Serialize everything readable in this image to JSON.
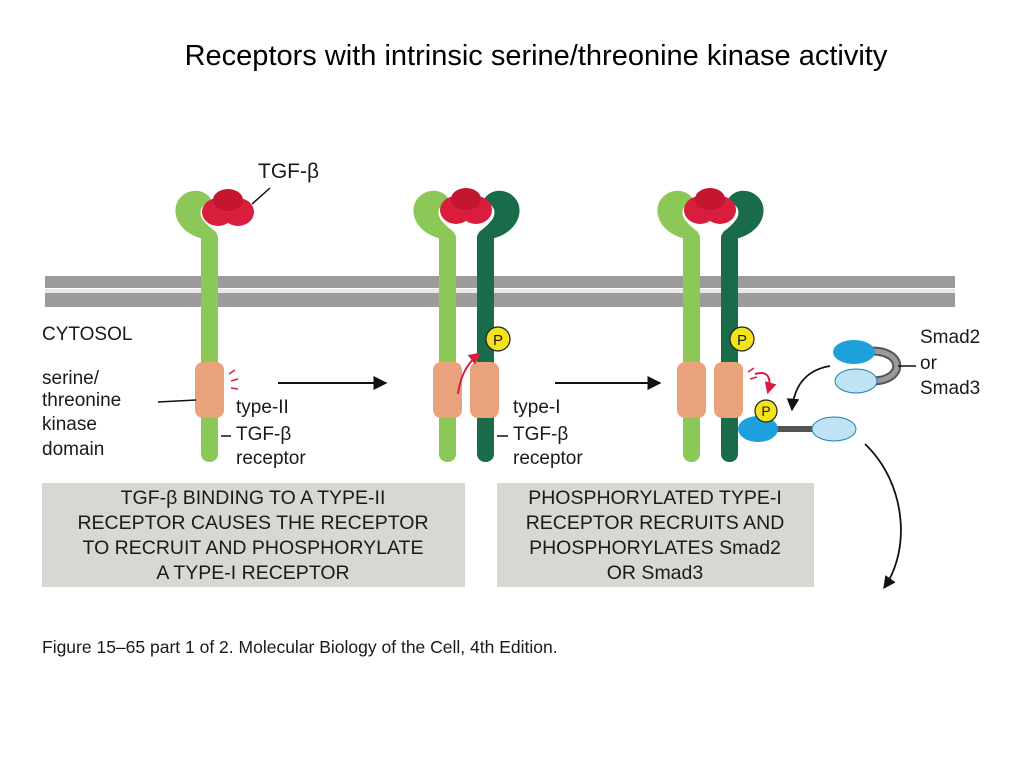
{
  "title": "Receptors with intrinsic serine/threonine kinase activity",
  "labels": {
    "ligand": "TGF-β",
    "cytosol": "CYTOSOL",
    "kinase_domain": [
      "serine/",
      "threonine",
      "kinase",
      "domain"
    ],
    "type2_receptor": [
      "type-II",
      "TGF-β",
      "receptor"
    ],
    "type1_receptor": [
      "type-I",
      "TGF-β",
      "receptor"
    ],
    "smad": [
      "Smad2",
      "or",
      "Smad3"
    ],
    "phosphate": "P"
  },
  "boxes": {
    "left": [
      "TGF-β BINDING TO A TYPE-II",
      "RECEPTOR CAUSES THE RECEPTOR",
      "TO RECRUIT AND PHOSPHORYLATE",
      "A TYPE-I RECEPTOR"
    ],
    "right": [
      "PHOSPHORYLATED TYPE-I",
      "RECEPTOR RECRUITS AND",
      "PHOSPHORYLATES Smad2",
      "OR Smad3"
    ]
  },
  "caption": "Figure 15–65 part 1 of 2. Molecular Biology of the Cell, 4th Edition.",
  "colors": {
    "type2_receptor": "#8cc858",
    "type1_receptor": "#1a6b4a",
    "ligand": "#d81e3c",
    "kinase": "#eaa27c",
    "phosphate": "#f4e21a",
    "smad_dark": "#1ea0dc",
    "smad_light": "#bfe2f4",
    "membrane": "#9c9c9c",
    "box": "#d6d8d4"
  }
}
